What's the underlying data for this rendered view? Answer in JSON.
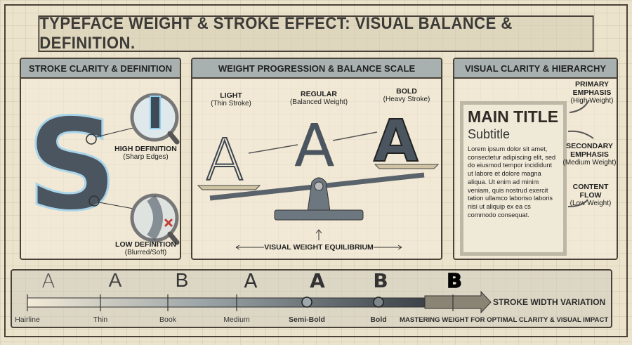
{
  "title": "TYPEFACE WEIGHT & STROKE EFFECT: VISUAL BALANCE & DEFINITION.",
  "panel1": {
    "header": "STROKE CLARITY & DEFINITION",
    "glyph": "S",
    "high": {
      "title": "HIGH DEFINITION",
      "sub": "(Sharp Edges)"
    },
    "low": {
      "title": "LOW DEFINITION",
      "sub": "(Blurred/Soft)"
    }
  },
  "panel2": {
    "header": "WEIGHT PROGRESSION & BALANCE SCALE",
    "glyph": "A",
    "light": {
      "title": "LIGHT",
      "sub": "(Thin Stroke)"
    },
    "regular": {
      "title": "REGULAR",
      "sub": "(Balanced Weight)"
    },
    "bold": {
      "title": "BOLD",
      "sub": "(Heavy Stroke)"
    },
    "equilibrium": "VISUAL WEIGHT EQUILIBRIUM"
  },
  "panel3": {
    "header": "VISUAL CLARITY & HIERARCHY",
    "main_title": "MAIN TITLE",
    "subtitle": "Subtitle",
    "body": "Lorem ipsum dolor sit amet, consectetur adipiscing elit, sed do eiusmod tempor incididunt ut labore et dolore magna aliqua. Ut enim ad minim veniam, quis nostrud exercit tation ullamco laboriso laboris nisi ut aliquip ex ea cs commodo consequat.",
    "primary": {
      "title": "PRIMARY EMPHASIS",
      "sub": "(High Weight)"
    },
    "secondary": {
      "title": "SECONDARY EMPHASIS",
      "sub": "(Medium Weight)"
    },
    "content": {
      "title": "CONTENT FLOW",
      "sub": "(Low Weight)"
    }
  },
  "scale": {
    "steps": [
      {
        "glyph": "A",
        "label": "Hairline"
      },
      {
        "glyph": "A",
        "label": "Thin"
      },
      {
        "glyph": "B",
        "label": "Book"
      },
      {
        "glyph": "A",
        "label": "Medium"
      },
      {
        "glyph": "A",
        "label": "Semi-Bold"
      },
      {
        "glyph": "B",
        "label": "Bold"
      },
      {
        "glyph": "B",
        "label": ""
      }
    ],
    "arrow_label": "STROKE WIDTH VARIATION",
    "tagline": "MASTERING WEIGHT FOR OPTIMAL CLARITY & VISUAL IMPACT"
  }
}
